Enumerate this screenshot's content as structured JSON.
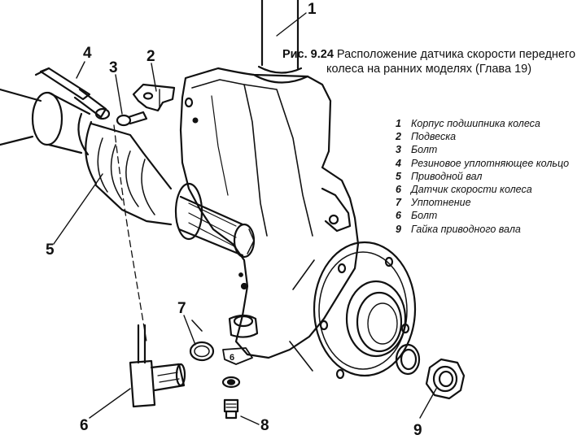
{
  "caption": {
    "lead": "Рис. 9.24",
    "text": " Расположение датчика скорости переднего колеса на ранних моделях (Глава 19)"
  },
  "legend": [
    {
      "num": "1",
      "text": "Корпус подшипника колеса"
    },
    {
      "num": "2",
      "text": "Подвеска"
    },
    {
      "num": "3",
      "text": "Болт"
    },
    {
      "num": "4",
      "text": "Резиновое уплотняющее кольцо"
    },
    {
      "num": "5",
      "text": "Приводной вал"
    },
    {
      "num": "6",
      "text": "Датчик скорости колеса"
    },
    {
      "num": "7",
      "text": "Уппотнение"
    },
    {
      "num": "6",
      "text": "Болт"
    },
    {
      "num": "9",
      "text": "Гайка приводного вала"
    }
  ],
  "callouts": {
    "c1": "1",
    "c2": "2",
    "c3": "3",
    "c4": "4",
    "c5": "5",
    "c6": "6",
    "c7": "7",
    "c8": "8",
    "c9": "9"
  }
}
